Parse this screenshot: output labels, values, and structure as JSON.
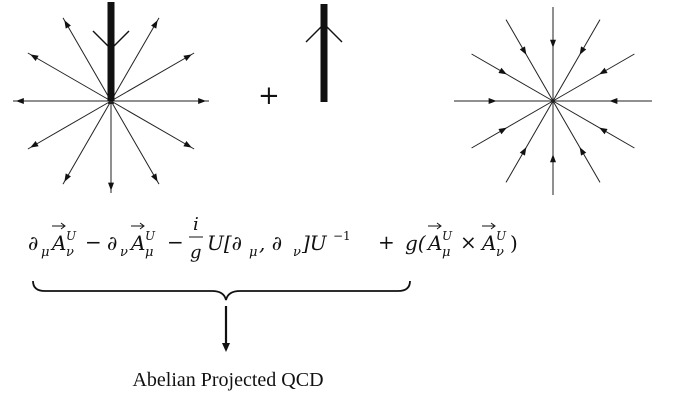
{
  "diagram": {
    "plus_sign": "+",
    "formula": {
      "term_1_base": "∂",
      "term_1_sub": "μ",
      "term_1_A": "A",
      "term_1_Asup": "U",
      "term_1_Asub": "ν",
      "minus_1": "−",
      "term_2_base": "∂",
      "term_2_sub": "ν",
      "term_2_A": "A",
      "term_2_Asup": "U",
      "term_2_Asub": "μ",
      "minus_2": "−",
      "frac_num": "i",
      "frac_den": "g",
      "commutator": "U[∂",
      "comm_sub_1": "μ",
      "comm_mid": ", ∂",
      "comm_sub_2": "ν",
      "comm_close": "]U",
      "comm_exp": "−1",
      "plus": "+",
      "coupling": "g(",
      "cross_A1": "A",
      "cross_A1_sup": "U",
      "cross_A1_sub": "μ",
      "times": "×",
      "cross_A2": "A",
      "cross_A2_sup": "U",
      "cross_A2_sub": "ν",
      "close_paren": ")"
    },
    "caption": "Abelian Projected QCD"
  }
}
